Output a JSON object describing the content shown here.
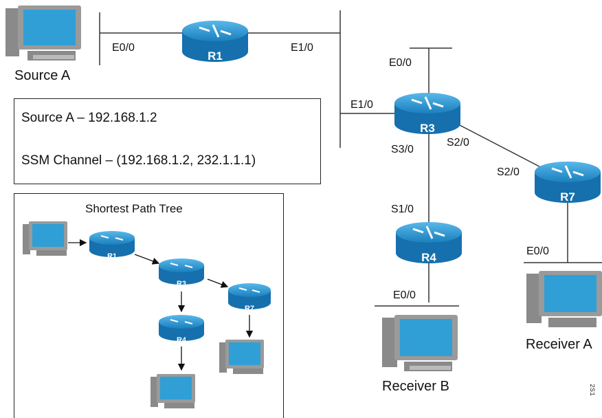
{
  "diagram": {
    "source_label": "Source A",
    "receiver_a_label": "Receiver A",
    "receiver_b_label": "Receiver B",
    "routers": {
      "r1": "R1",
      "r3": "R3",
      "r4": "R4",
      "r7": "R7"
    },
    "interfaces": {
      "r1_left": "E0/0",
      "r1_right": "E1/0",
      "r3_top": "E0/0",
      "r3_left": "E1/0",
      "r3_bottom": "S3/0",
      "r3_right": "S2/0",
      "r7_left": "S2/0",
      "r7_bottom": "E0/0",
      "r4_top": "S1/0",
      "r4_bottom": "E0/0"
    },
    "info_box": {
      "line1": "Source A – 192.168.1.2",
      "line2": "SSM Channel – (192.168.1.2, 232.1.1.1)"
    },
    "spt_box": {
      "title": "Shortest Path Tree",
      "r1": "R1",
      "r3": "R3",
      "r7": "R7",
      "r4": "R4"
    },
    "figure_id": "2S1"
  },
  "colors": {
    "router_fill": "#1f88c4",
    "router_top": "#3aa3dc",
    "pc_blue": "#2f9fd6",
    "line": "#333333"
  }
}
